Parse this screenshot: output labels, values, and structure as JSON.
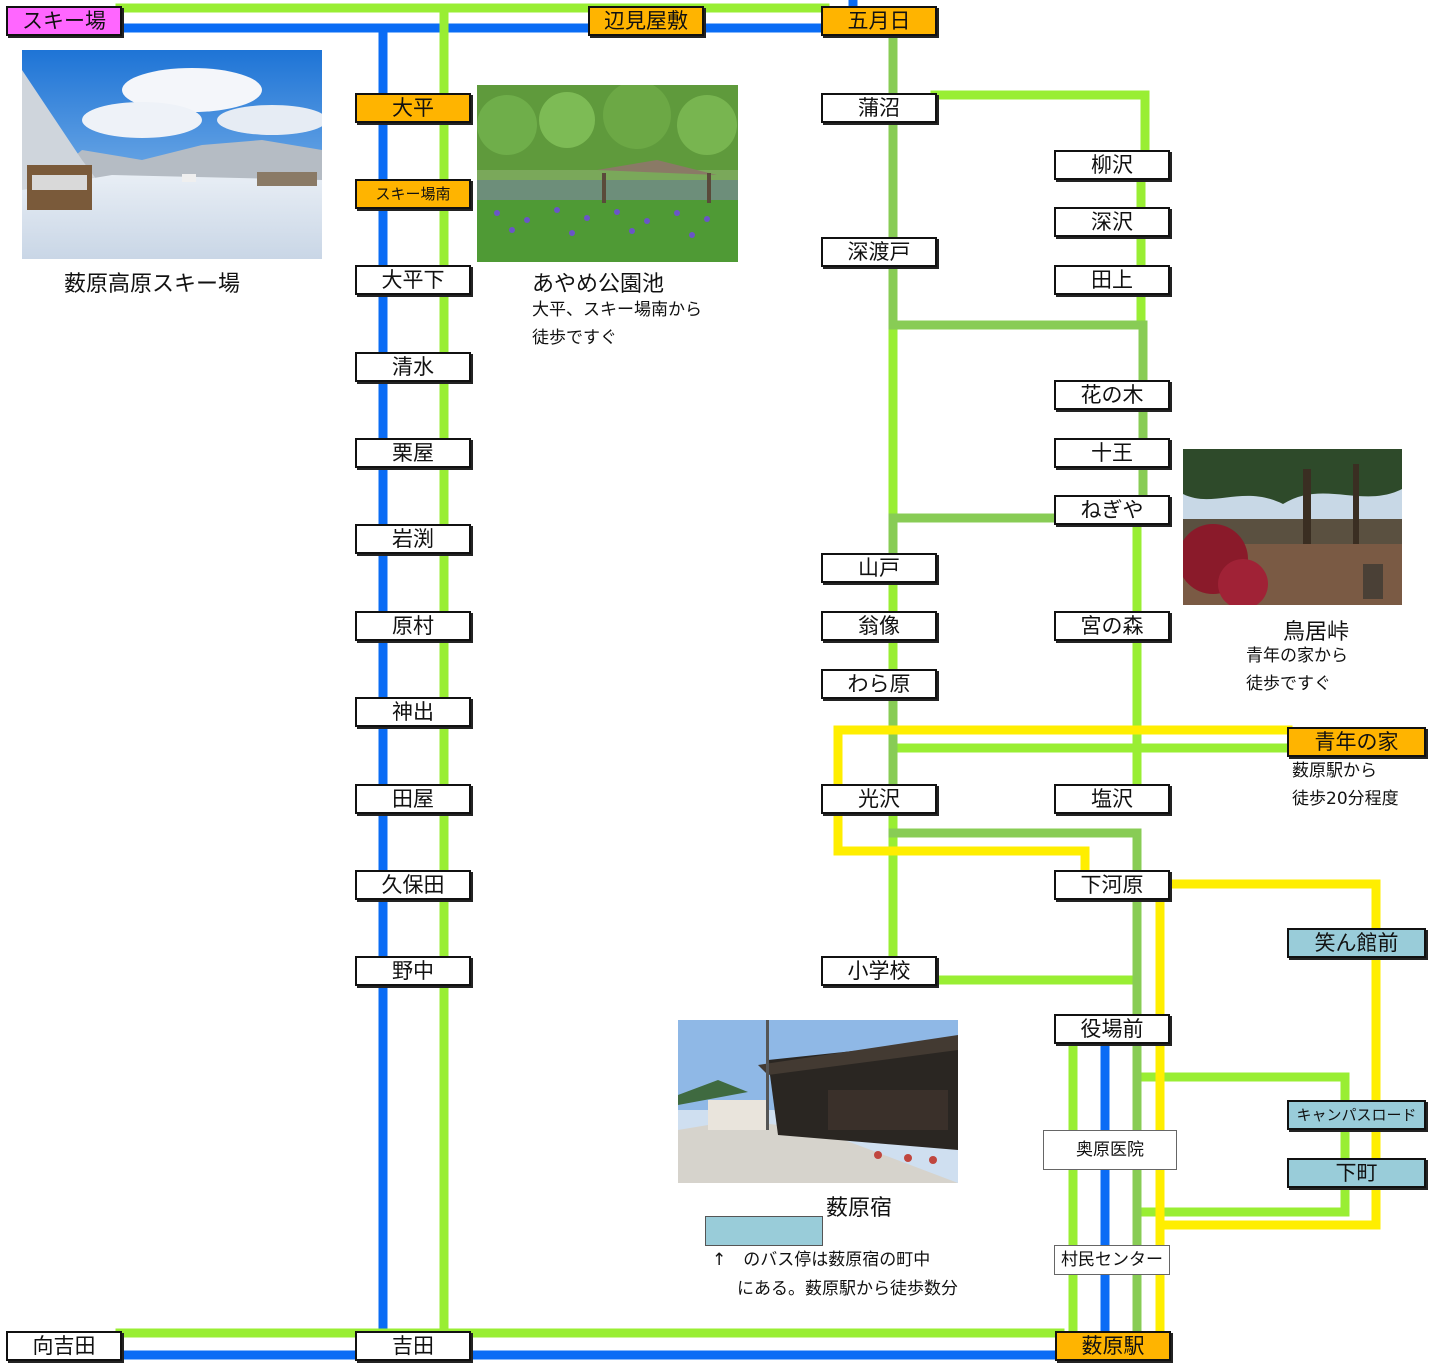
{
  "stops": {
    "ski_resort": "スキー場",
    "henmiyashiki": "辺見屋敷",
    "gogatsubi": "五月日",
    "ohira": "大平",
    "ski_south": "スキー場南",
    "ohira_shita": "大平下",
    "shimizu": "清水",
    "kuriya": "栗屋",
    "iwabuchi": "岩渕",
    "haramura": "原村",
    "kande": "神出",
    "taya": "田屋",
    "kubota": "久保田",
    "nonaka": "野中",
    "mukaiyoshida": "向吉田",
    "yoshida": "吉田",
    "gamanuma": "蒲沼",
    "fukatodo": "深渡戸",
    "yamato": "山戸",
    "okinazo": "翁像",
    "warahara": "わら原",
    "kosawa": "光沢",
    "shogakko": "小学校",
    "yanagisawa": "柳沢",
    "fukasawa": "深沢",
    "tagami": "田上",
    "hananoki": "花の木",
    "juo": "十王",
    "negiya": "ねぎや",
    "miyanomori": "宮の森",
    "shiozawa": "塩沢",
    "shimokawara": "下河原",
    "yakubamae": "役場前",
    "okuhara_iin": "奥原医院",
    "sonmin_center": "村民センター",
    "yabuhara_station": "薮原駅",
    "seinen_no_ie": "青年の家",
    "waranpkan_mae": "笑ん館前",
    "campus_road": "キャンパスロード",
    "shitamachi": "下町"
  },
  "captions": {
    "ski_photo": "薮原高原スキー場",
    "ayame_title": "あやめ公園池",
    "ayame_note_1": "大平、スキー場南から",
    "ayame_note_2": "徒歩ですぐ",
    "torii_title": "鳥居峠",
    "torii_note_1": "青年の家から",
    "torii_note_2": "徒歩ですぐ",
    "seinen_note_1": "薮原駅から",
    "seinen_note_2": "徒歩20分程度",
    "yabuhara_juku": "薮原宿",
    "legend_1": "↑　のバス停は薮原宿の町中",
    "legend_2": "にある。薮原駅から徒歩数分"
  },
  "colors": {
    "route_blue": "#0a6cf5",
    "route_lime": "#99ee33",
    "route_green": "#88cc55",
    "route_yellow": "#ffee00",
    "stop_orange": "#ffb400",
    "stop_pink": "#ff66ff",
    "stop_light_blue": "#99ccd9"
  }
}
